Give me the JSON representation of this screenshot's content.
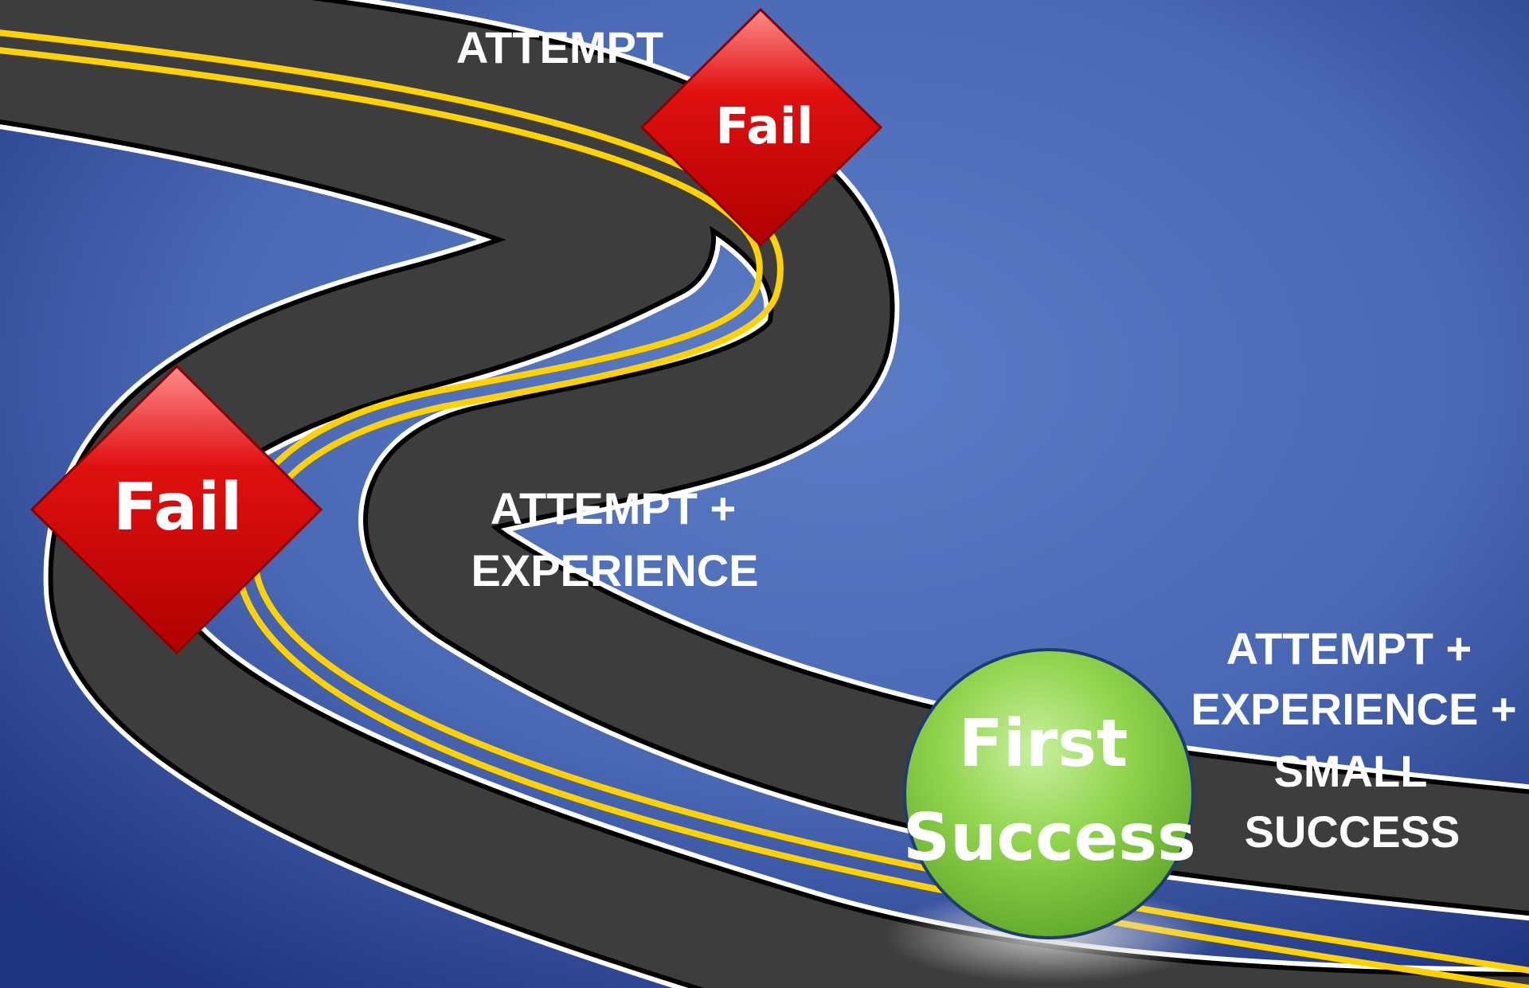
{
  "labels": {
    "attempt": "ATTEMPT",
    "attempt_experience": [
      "ATTEMPT +",
      "EXPERIENCE"
    ],
    "attempt_experience_success": [
      "ATTEMPT +",
      "EXPERIENCE  +",
      "SMALL",
      "SUCCESS"
    ]
  },
  "signs": {
    "fail_top": "Fail",
    "fail_left": "Fail",
    "success": [
      "First",
      "Success"
    ]
  },
  "colors": {
    "background_center": "#5b7cc6",
    "background_edge": "#1f3480",
    "road": "#3d3d3d",
    "road_edge": "#ffffff",
    "lane_line": "#ffd200",
    "fail_sign": "#d40000",
    "success_circle": "#8fd14f"
  }
}
